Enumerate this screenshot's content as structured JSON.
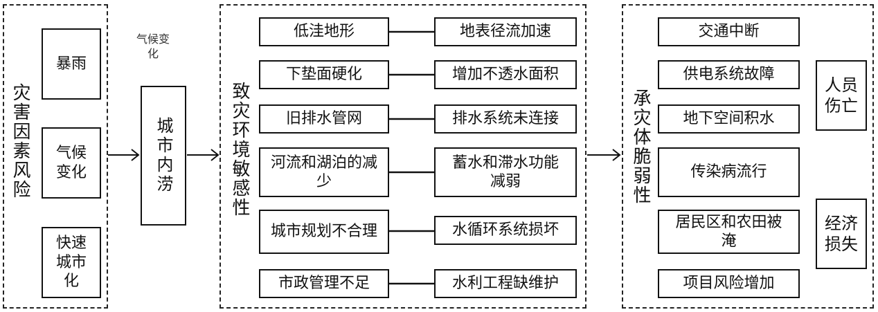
{
  "col1": {
    "title": "灾害因素风险",
    "factors": [
      "暴雨",
      "气候变化",
      "快速城市化"
    ]
  },
  "middle_label": "气候变化",
  "waterlogging": "城市内涝",
  "col2": {
    "title": "致灾环境敏感性",
    "pairs": [
      {
        "left": "低洼地形",
        "right": "地表径流加速"
      },
      {
        "left": "下垫面硬化",
        "right": "增加不透水面积"
      },
      {
        "left": "旧排水管网",
        "right": "排水系统未连接"
      },
      {
        "left": "河流和湖泊的减少",
        "right": "蓄水和滞水功能减弱"
      },
      {
        "left": "城市规划不合理",
        "right": "水循环系统损坏"
      },
      {
        "left": "市政管理不足",
        "right": "水利工程缺维护"
      }
    ]
  },
  "col3": {
    "title": "承灾体脆弱性",
    "items": [
      "交通中断",
      "供电系统故障",
      "地下空间积水",
      "传染病流行",
      "居民区和农田被淹",
      "项目风险增加"
    ],
    "outcomes": [
      "人员伤亡",
      "经济损失"
    ]
  }
}
